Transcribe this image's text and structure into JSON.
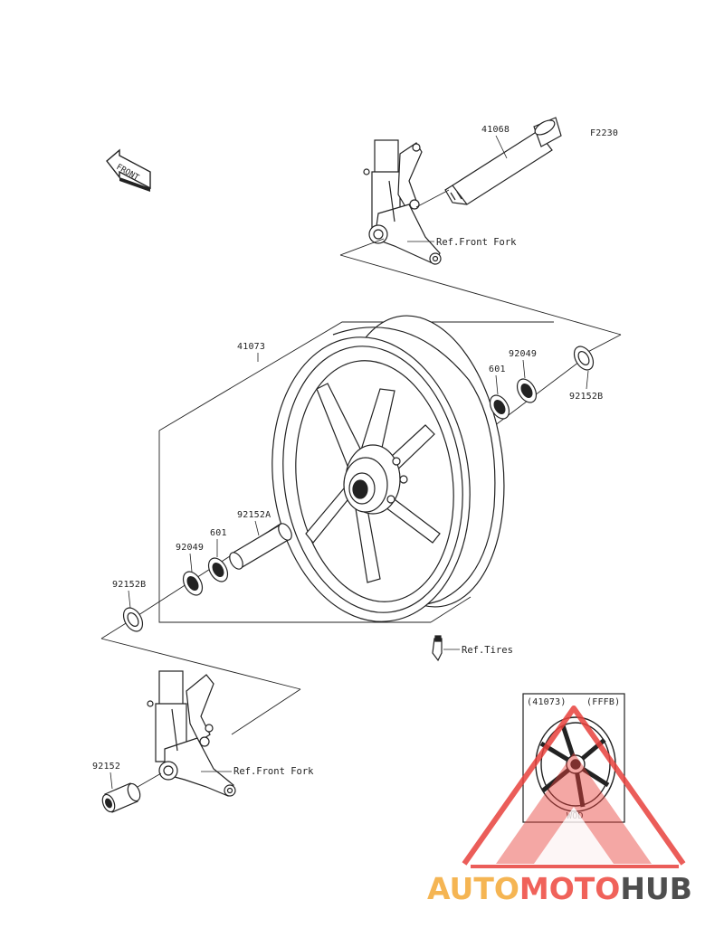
{
  "diagram": {
    "figure_code": "F2230",
    "direction_arrow": "FRONT",
    "parts": {
      "axle": "41068",
      "wheel": "41073",
      "bearing_right": "601",
      "seal_right": "92049",
      "collar_right": "92152B",
      "spacer": "92152A",
      "bearing_left": "601",
      "seal_left": "92049",
      "collar_left": "92152B",
      "collar_fork": "92152"
    },
    "references": {
      "front_fork_top": "Ref.Front Fork",
      "tires": "Ref.Tires",
      "front_fork_bottom": "Ref.Front Fork"
    },
    "inset": {
      "part": "(41073)",
      "color_code": "(FFFB)",
      "finish": "WOD"
    }
  },
  "watermark": {
    "text_part1": "AUTO",
    "text_part2": "MOTO",
    "text_part3": "HUB",
    "color1": "#f5b553",
    "color2": "#f0625a",
    "color3": "#4e4e4e",
    "triangle_color": "#e8413d"
  }
}
